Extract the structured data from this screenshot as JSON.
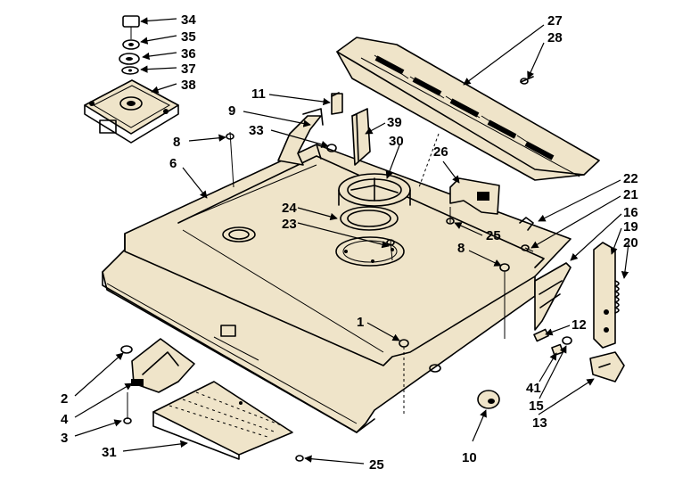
{
  "diagram": {
    "colors": {
      "line": "#000000",
      "panel": "#efe4c9",
      "background": "#ffffff"
    },
    "callouts": [
      {
        "id": "c34",
        "text": "34"
      },
      {
        "id": "c35",
        "text": "35"
      },
      {
        "id": "c36",
        "text": "36"
      },
      {
        "id": "c37",
        "text": "37"
      },
      {
        "id": "c38",
        "text": "38"
      },
      {
        "id": "c27",
        "text": "27"
      },
      {
        "id": "c28",
        "text": "28"
      },
      {
        "id": "c11",
        "text": "11"
      },
      {
        "id": "c9",
        "text": "9"
      },
      {
        "id": "c39",
        "text": "39"
      },
      {
        "id": "c33",
        "text": "33"
      },
      {
        "id": "c30",
        "text": "30"
      },
      {
        "id": "c8a",
        "text": "8"
      },
      {
        "id": "c6",
        "text": "6"
      },
      {
        "id": "c26",
        "text": "26"
      },
      {
        "id": "c22",
        "text": "22"
      },
      {
        "id": "c21",
        "text": "21"
      },
      {
        "id": "c16",
        "text": "16"
      },
      {
        "id": "c19",
        "text": "19"
      },
      {
        "id": "c20",
        "text": "20"
      },
      {
        "id": "c24",
        "text": "24"
      },
      {
        "id": "c23",
        "text": "23"
      },
      {
        "id": "c25a",
        "text": "25"
      },
      {
        "id": "c8b",
        "text": "8"
      },
      {
        "id": "c1",
        "text": "1"
      },
      {
        "id": "c12",
        "text": "12"
      },
      {
        "id": "c2",
        "text": "2"
      },
      {
        "id": "c4",
        "text": "4"
      },
      {
        "id": "c3",
        "text": "3"
      },
      {
        "id": "c41",
        "text": "41"
      },
      {
        "id": "c15",
        "text": "15"
      },
      {
        "id": "c13",
        "text": "13"
      },
      {
        "id": "c31",
        "text": "31"
      },
      {
        "id": "c10",
        "text": "10"
      },
      {
        "id": "c25b",
        "text": "25"
      }
    ]
  }
}
